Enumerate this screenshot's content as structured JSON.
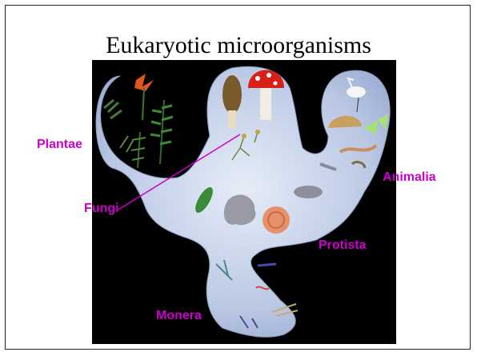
{
  "slide": {
    "title": "Eukaryotic microorganisms",
    "label_color": "#cc00cc",
    "labels": {
      "plantae": "Plantae",
      "fungi": "Fungi",
      "animalia": "Animalia",
      "protista": "Protista",
      "monera": "Monera"
    }
  }
}
